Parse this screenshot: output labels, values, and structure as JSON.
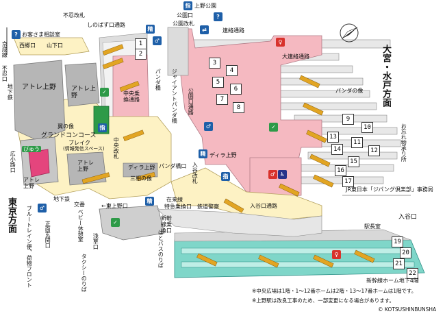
{
  "colors": {
    "pink": "#f5b9c1",
    "cream": "#fdf2c4",
    "grey": "#b6b6b6",
    "teal": "#7fd6c9",
    "green": "#2e9a48",
    "blue": "#1e5fa8",
    "escalator": "#e2a523"
  },
  "icons": {
    "info": "?",
    "ticket": "精",
    "finger": "指",
    "green_window": "green-window-icon",
    "toilet": "toilet-icon",
    "accessible": "wheelchair-icon",
    "bus": "bus-icon",
    "compass": "north-arrow-icon"
  },
  "labels": {
    "ueno_park": "上野公園",
    "park_exit": "公園口",
    "park_ticket_gate": "公園改札",
    "shinobazu_gate": "不忍改札",
    "shinobazu_passage": "しのばず口通路",
    "info_office": "お客さま相談室",
    "west_exit": "西郷口",
    "yamashita_exit": "山下口",
    "keisei": "京成線",
    "shinobazu_exit": "不忍口",
    "subway_left": "地下鉄",
    "atre_ueno_1": "アトレ上野",
    "atre_ueno_2": "アトレ上野",
    "atre_ueno_3": "アトレ上野",
    "atre_ueno_4": "アトレ上野",
    "panda_bridge": "パンダ橋",
    "central_transfer": "中央乗換通路",
    "wing_statue": "翼の像",
    "grand_concourse": "グランドコンコース",
    "break": "ブレイク",
    "break_sub": "(情報発信スペース)",
    "central_gate": "中央改札",
    "giant_panda_bridge": "ジャイアントパンダ橋",
    "park_passage": "公園口通路",
    "renraku_passage": "連絡通路",
    "omiya_passage": "大連絡通路",
    "panda_statue": "パンダの像",
    "dila_ueno_1": "ディラ上野",
    "dila_ueno_2": "ディラ上野",
    "sanki_statue": "三相の像",
    "panda_bridge_exit": "パンダ橋口",
    "iriya_gate": "入谷改札",
    "iriya_exit_passage": "入谷口通路",
    "iriya_exit": "入谷口",
    "ueno_exit_arrow": "←東上野口",
    "zairai_gate": "在来線",
    "express_gate": "特急乗換口",
    "police": "鉄道警察",
    "stationmaster": "駅長室",
    "jipang": "JR東日本「ジパング倶楽部」事務局",
    "lost_found": "お忘れ物承り所",
    "omiya_mito": "大宮・水戸方面",
    "tokyo": "東京方面",
    "hirokoji": "広小路口",
    "subway_bottom": "地下鉄",
    "koban": "交番",
    "baby_room": "ベビー休憩室",
    "main_hall": "正面玄関口",
    "blue_train": "ブルートレイン便、荷物フロント",
    "taxi": "タクシーのりば",
    "asakusa": "浅草口",
    "bus_stop": "はとバスのりば",
    "shinkansen_gate": "新幹線乗換口",
    "shinkansen_b4": "新幹線ホーム地下4階",
    "yuuyuu": "びゅう",
    "note1": "※中央広場は1階・1〜12番ホームは2階・13〜17番ホームは1階です。",
    "note2": "※上野駅は改良工事のため、一部変更になる場合があります。",
    "copyright": "© KOTSUSHINBUNSHA"
  },
  "platforms": [
    "1",
    "2",
    "3",
    "4",
    "5",
    "6",
    "7",
    "8",
    "9",
    "10",
    "11",
    "12",
    "13",
    "14",
    "15",
    "16",
    "17",
    "19",
    "20",
    "21",
    "22"
  ]
}
